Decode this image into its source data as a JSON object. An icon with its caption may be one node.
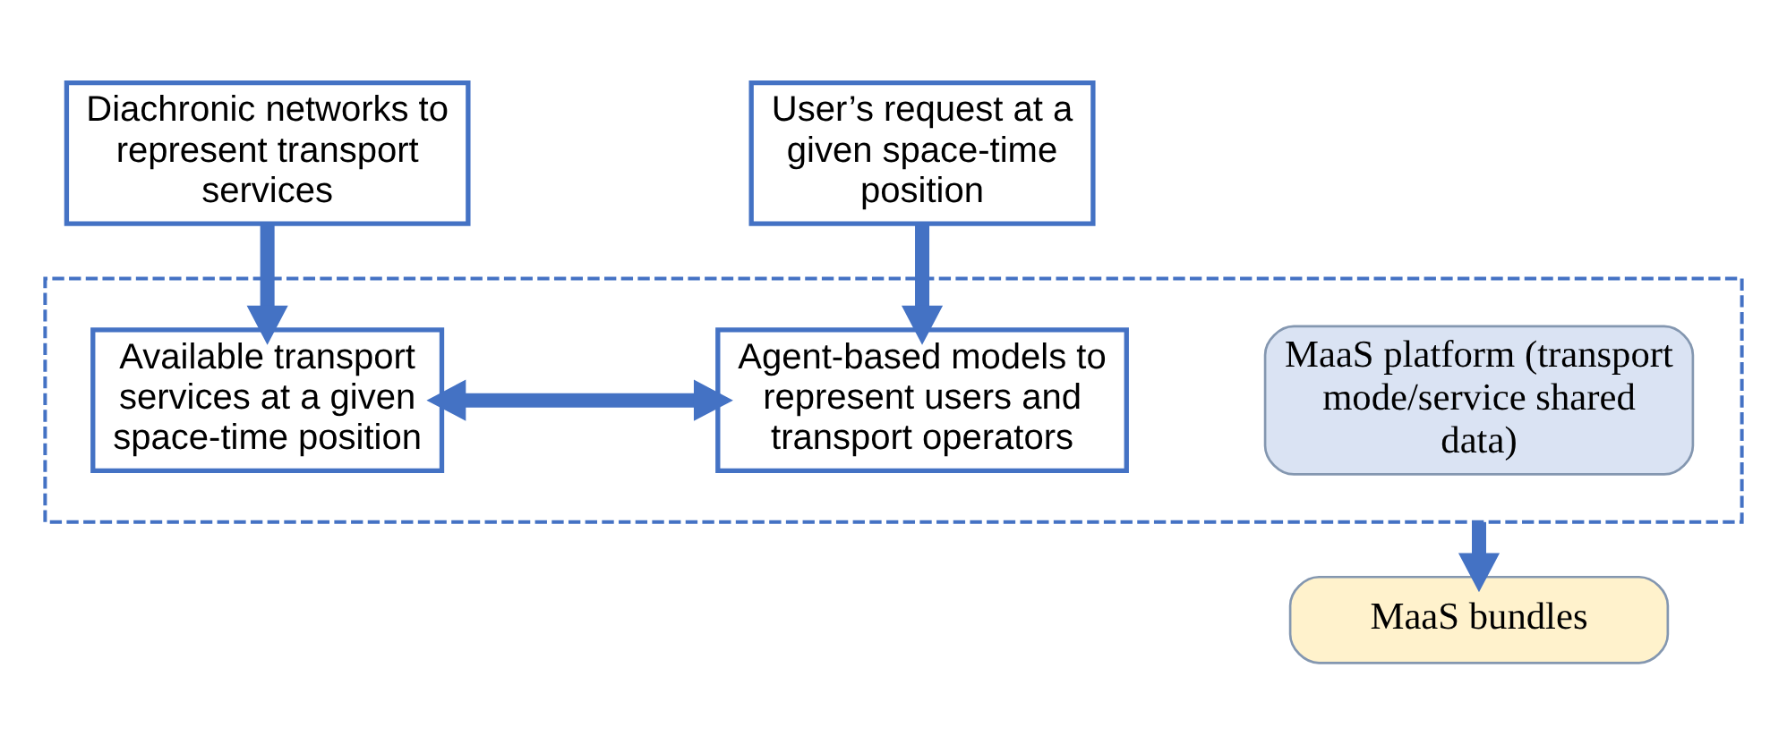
{
  "diagram": {
    "nodes": [
      {
        "text": [],
        "shape": "box"
      },
      {
        "text": [
          "MaaS platform (transport mode/service shared data)"
        ],
        "in": 0
      },
      {
        "text": [
          "Available transport services at a given space-time position"
        ],
        "in": 0
      },
      {
        "text": [
          "Agent-based models to represent users and transport operators"
        ],
        "in": 0
      },
      {
        "text": [
          "Diachronic networks to represent transport services"
        ]
      },
      {
        "text": [
          "MaaS bundles"
        ]
      },
      {
        "text": [
          "User’s request at a given space-time position"
        ]
      }
    ],
    "edges": [
      {
        "from": 4,
        "to": 2,
        "arrow": "to"
      },
      {
        "from": 6,
        "to": 3,
        "arrow": "to"
      },
      {
        "from": 2,
        "to": 3,
        "arrow": "both"
      },
      {
        "from": 0,
        "to": 5,
        "arrow": "to"
      }
    ]
  }
}
